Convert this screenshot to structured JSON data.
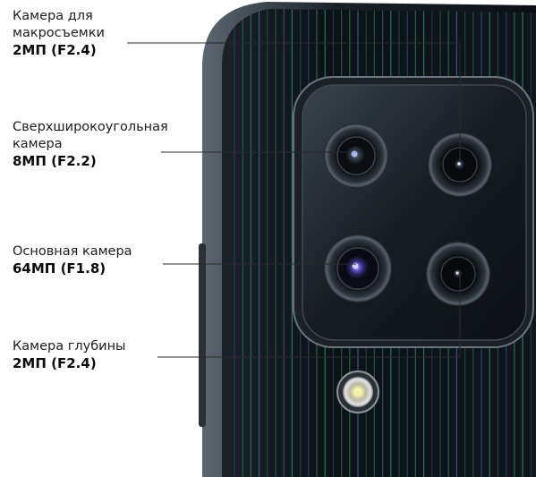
{
  "callouts": [
    {
      "name": "Камера для\nмакросъемки",
      "spec": "2МП (F2.4)"
    },
    {
      "name": "Сверхширокоугольная\nкамера",
      "spec": "8МП (F2.2)"
    },
    {
      "name": "Основная камера",
      "spec": "64МП (F1.8)"
    },
    {
      "name": "Камера глубины",
      "spec": "2МП (F2.4)"
    }
  ],
  "colors": {
    "body": "#0d1217",
    "stripe_green": "#2fa36e",
    "stripe_blue": "#3d76a8",
    "leader_line": "#2a2a2a"
  }
}
